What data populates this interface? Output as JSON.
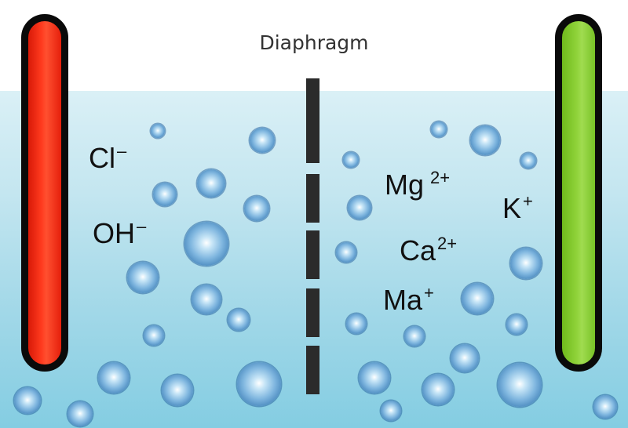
{
  "diagram": {
    "title": "Diaphragm",
    "electrodes": [
      {
        "side": "left",
        "color": "#ff3a1e",
        "label": "red electrode"
      },
      {
        "side": "right",
        "color": "#8ccf36",
        "label": "green electrode"
      }
    ],
    "ions_left": [
      {
        "symbol": "Cl",
        "charge": "–"
      },
      {
        "symbol": "OH",
        "charge": "–"
      }
    ],
    "ions_right": [
      {
        "symbol": "Mg",
        "charge": "2+"
      },
      {
        "symbol": "K",
        "charge": "+"
      },
      {
        "symbol": "Ca",
        "charge": "2+"
      },
      {
        "symbol": "Ma",
        "charge": "+"
      }
    ],
    "colors": {
      "water_top": "#daf0f6",
      "water_bottom": "#84cde2",
      "diaphragm": "#2b2b2b",
      "bubble": "#3a7cb5"
    }
  }
}
